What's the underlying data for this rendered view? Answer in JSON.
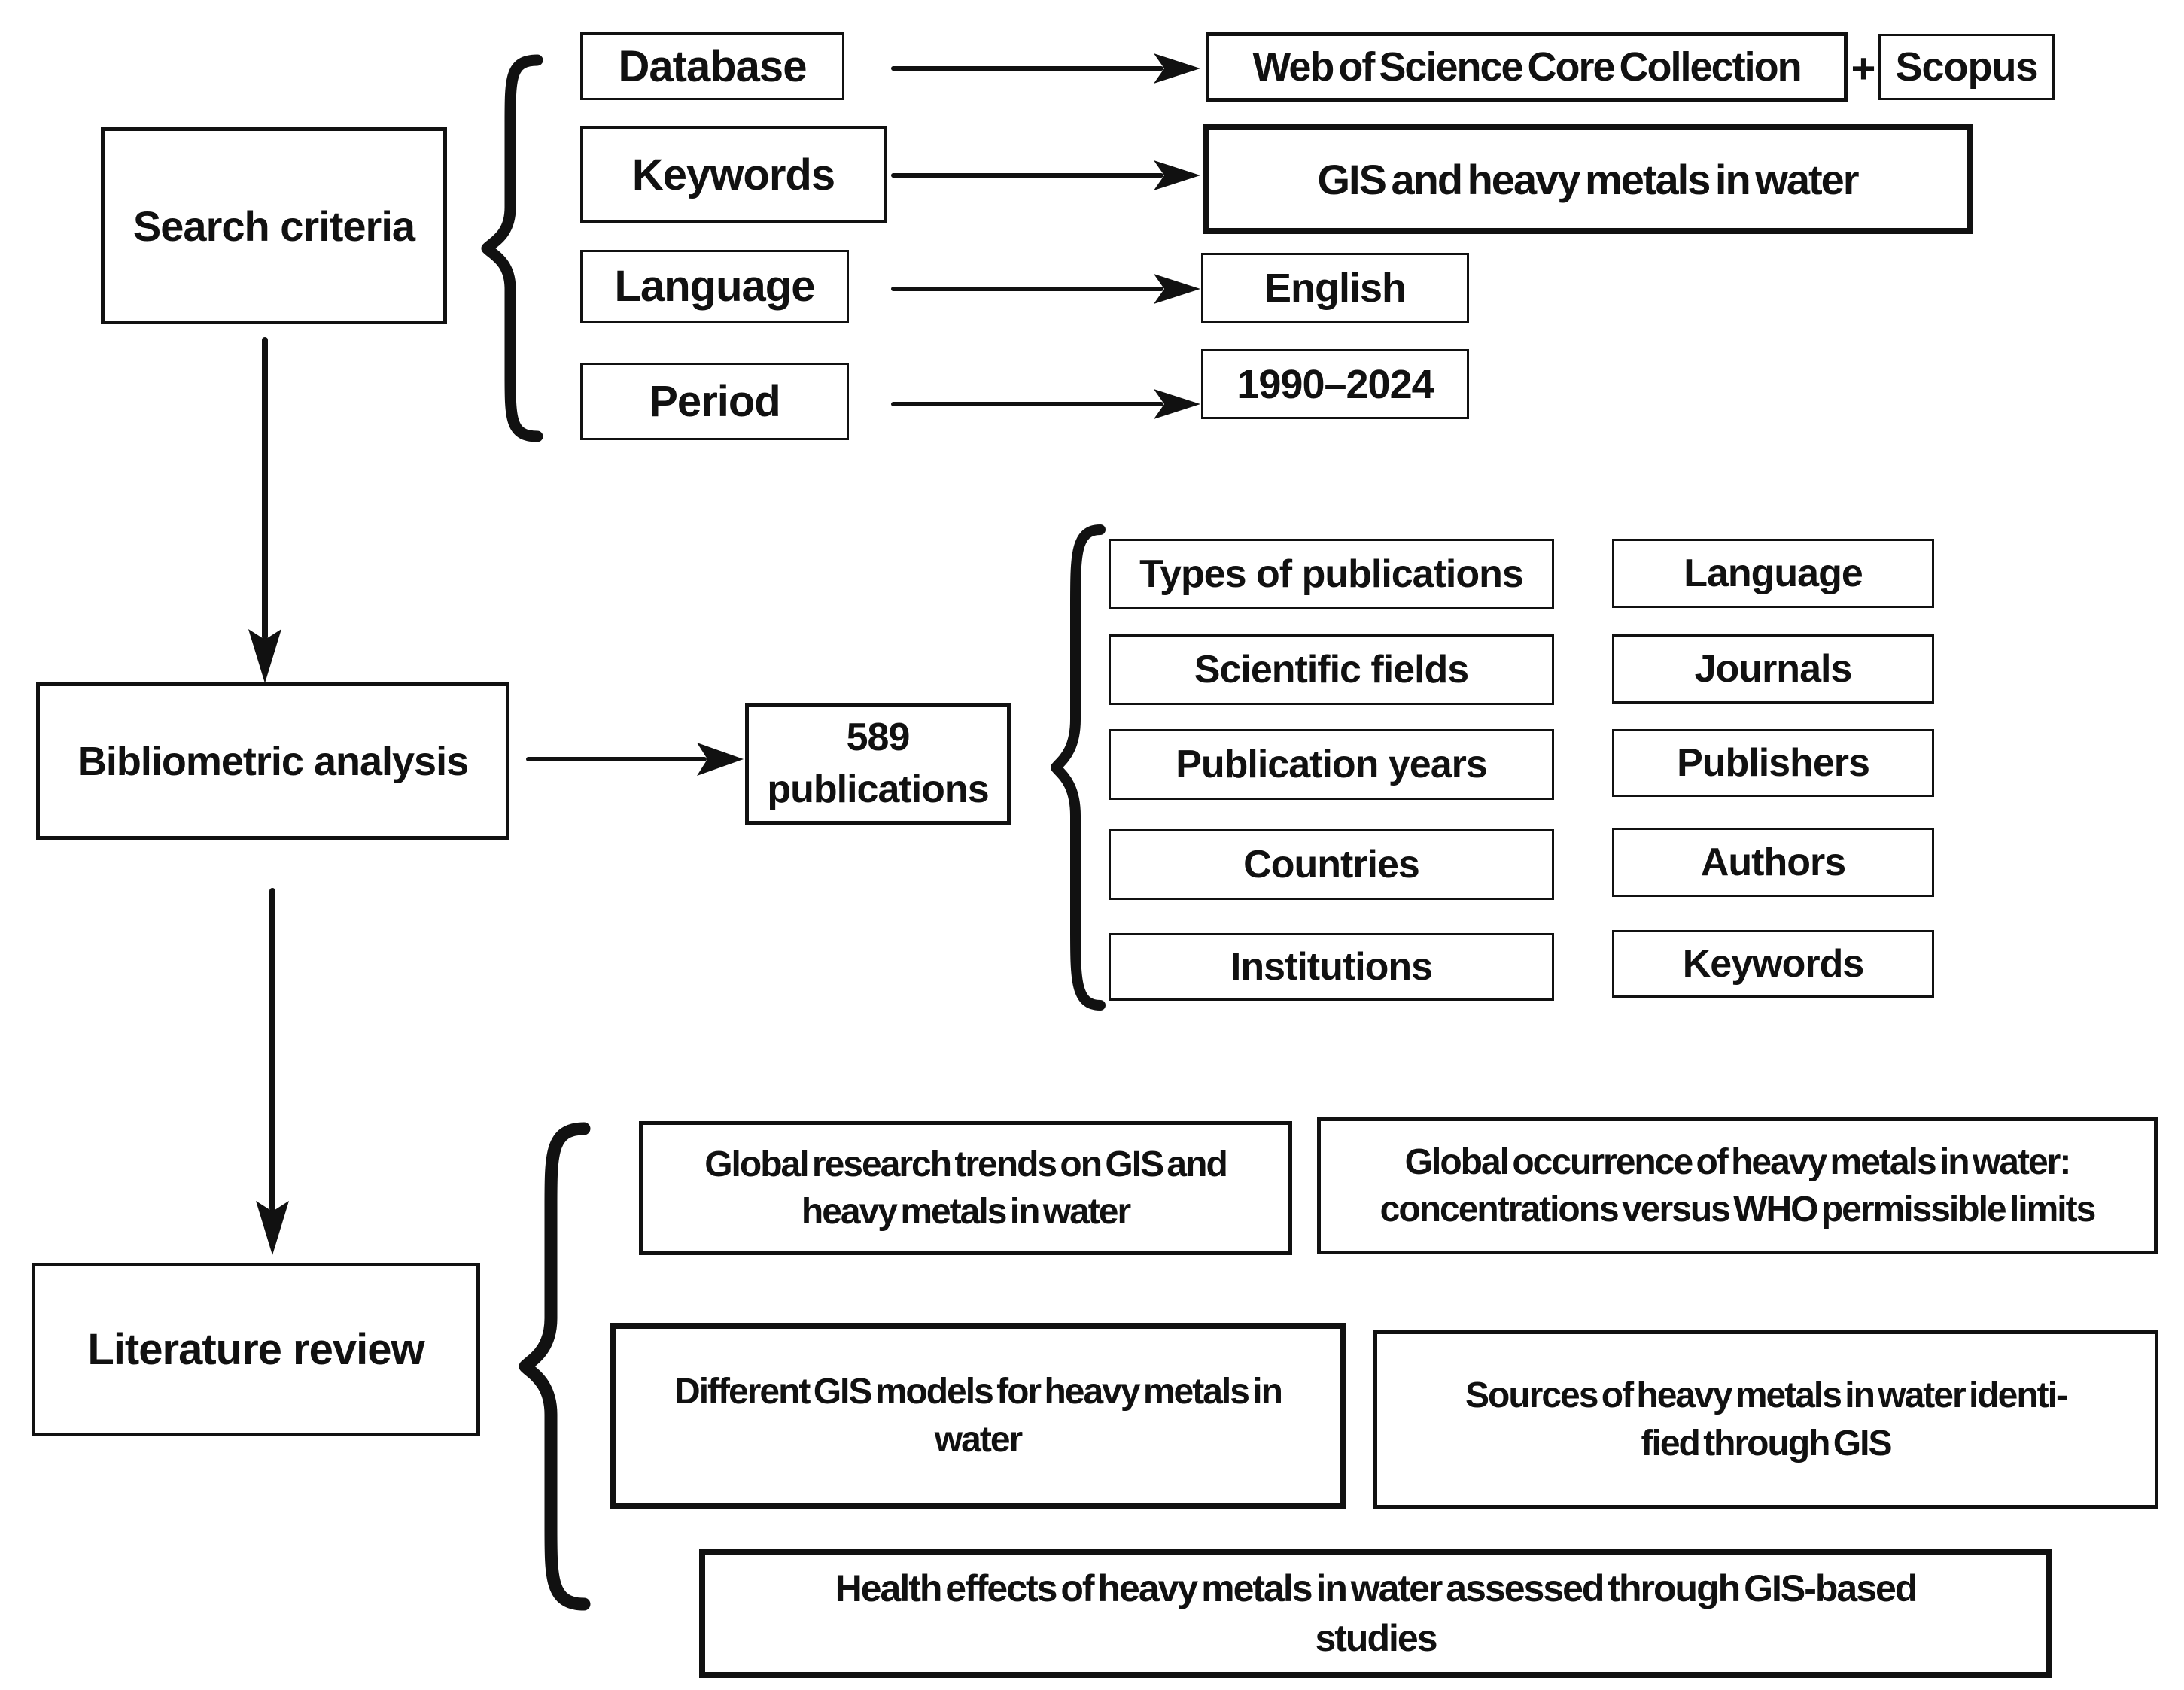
{
  "colors": {
    "ink": "#111111",
    "background": "#ffffff"
  },
  "search": {
    "label": "Search criteria",
    "row_labels": [
      "Database",
      "Keywords",
      "Language",
      "Period"
    ],
    "database_value_primary": "Web of Science Core Collection",
    "plus": "+",
    "database_value_secondary": "Scopus",
    "keywords_value": "GIS and heavy metals in water",
    "language_value": "English",
    "period_value": "1990–2024"
  },
  "bibliometric": {
    "label": "Bibliometric analysis",
    "count": "589",
    "count_unit": "publications",
    "aspects_left": [
      "Types of publications",
      "Scientific fields",
      "Publication years",
      "Countries",
      "Institutions"
    ],
    "aspects_right": [
      "Language",
      "Journals",
      "Publishers",
      "Authors",
      "Keywords"
    ]
  },
  "literature": {
    "label": "Literature review",
    "topics": [
      {
        "lines": [
          "Global research trends on GIS and",
          "heavy metals in water"
        ]
      },
      {
        "lines": [
          "Global occurrence of heavy metals in water:",
          "concentrations versus WHO permissible limits"
        ]
      },
      {
        "lines": [
          "Different GIS models for heavy metals in",
          "water"
        ]
      },
      {
        "lines": [
          "Sources of heavy metals in water identi-",
          "fied through GIS"
        ]
      },
      {
        "lines": [
          "Health effects of heavy metals in water assessed through GIS-based",
          "studies"
        ]
      }
    ]
  }
}
